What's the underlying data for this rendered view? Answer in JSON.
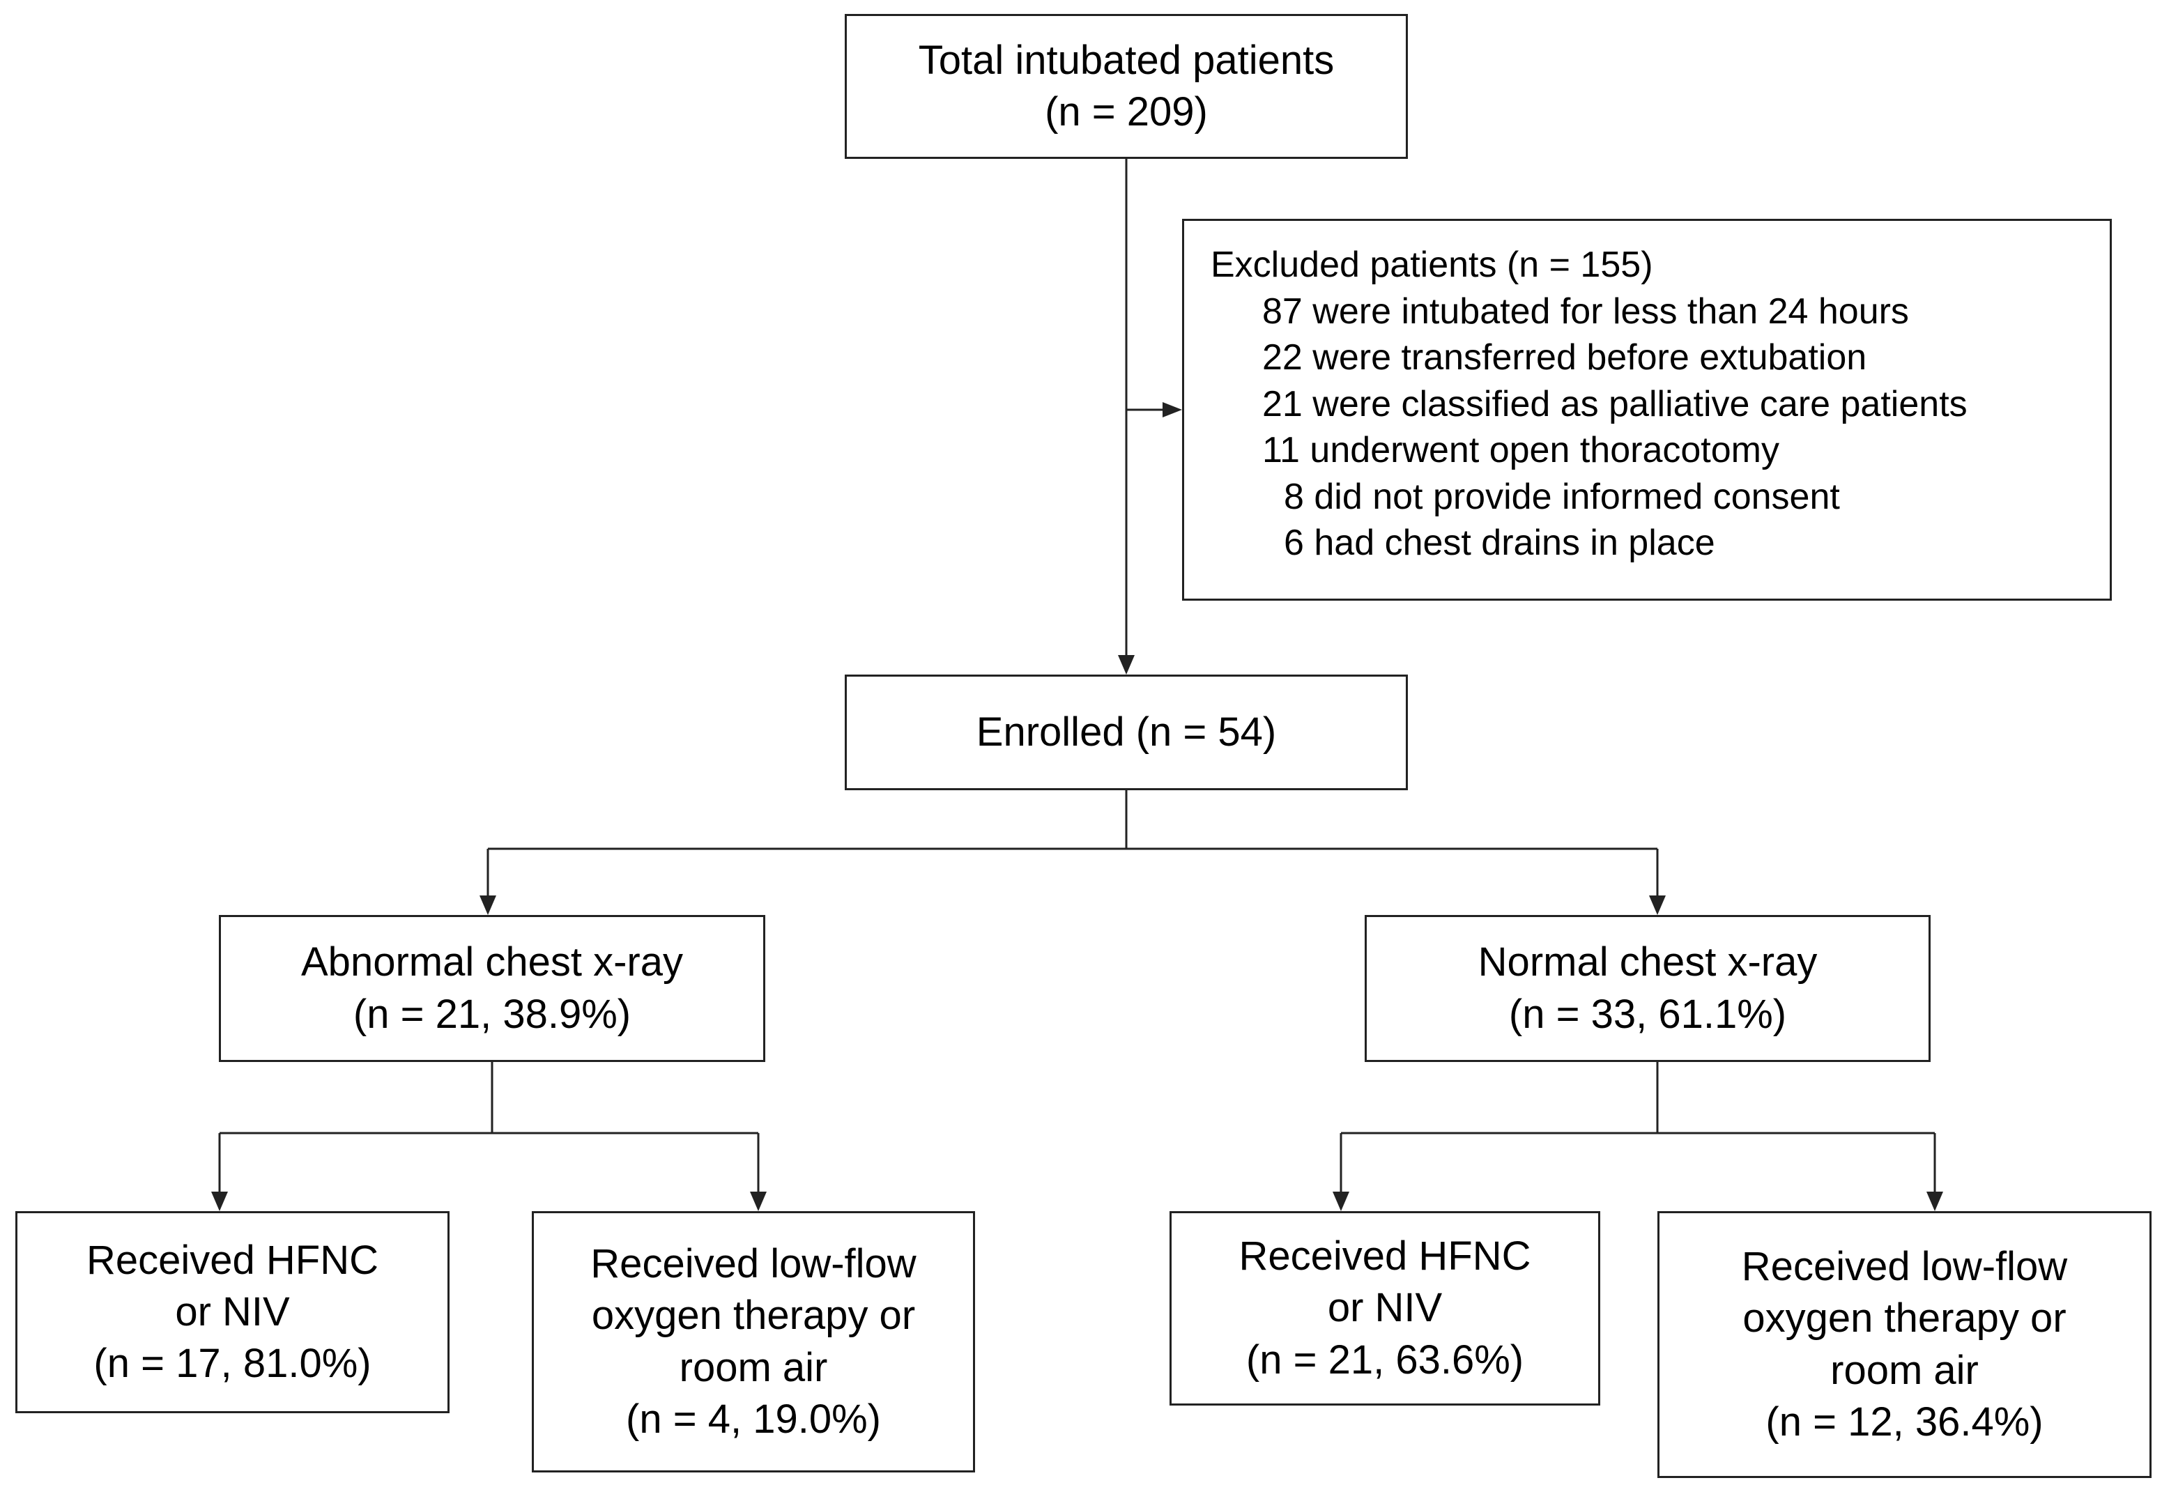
{
  "total": {
    "line1": "Total intubated patients",
    "line2": "(n = 209)"
  },
  "excluded": {
    "title": "Excluded patients (n = 155)",
    "reasons": [
      "87 were intubated for less than 24 hours",
      "22 were transferred before extubation",
      "21 were classified as palliative care patients",
      "11 underwent open thoracotomy",
      "8 did not provide informed consent",
      "6 had chest drains in place"
    ]
  },
  "enrolled": {
    "line1": "Enrolled (n = 54)"
  },
  "abnormal": {
    "line1": "Abnormal chest x-ray",
    "line2": "(n = 21, 38.9%)"
  },
  "normal": {
    "line1": "Normal chest x-ray",
    "line2": "(n = 33, 61.1%)"
  },
  "abnormal_hfnc": {
    "line1": "Received HFNC",
    "line2": "or NIV",
    "line3": "(n = 17, 81.0%)"
  },
  "abnormal_lowflow": {
    "line1": "Received low-flow",
    "line2": "oxygen therapy or",
    "line3": "room air",
    "line4": "(n = 4, 19.0%)"
  },
  "normal_hfnc": {
    "line1": "Received HFNC",
    "line2": "or NIV",
    "line3": "(n = 21, 63.6%)"
  },
  "normal_lowflow": {
    "line1": "Received low-flow",
    "line2": "oxygen therapy or",
    "line3": "room air",
    "line4": "(n = 12, 36.4%)"
  }
}
